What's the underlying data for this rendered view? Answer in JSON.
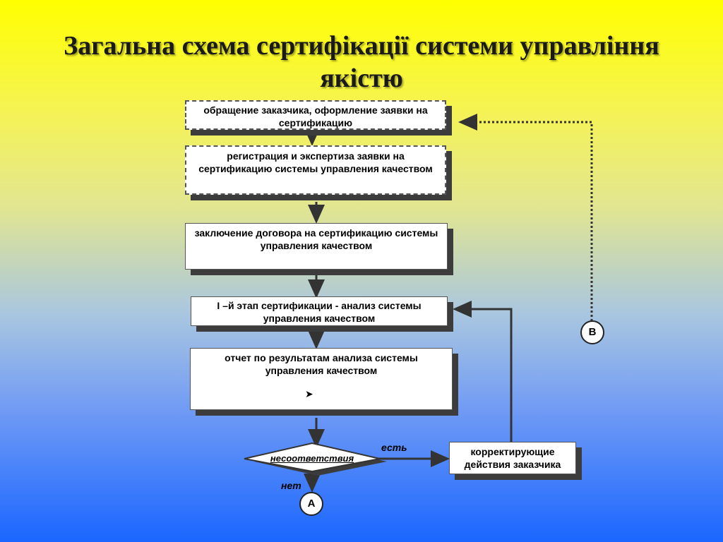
{
  "title": "Загальна схема сертифікації системи управління якістю",
  "steps": [
    "обращение заказчика, оформление заявки на сертификацию",
    "регистрация и экспертиза заявки на сертификацию системы управления качеством",
    "заключение договора на сертификацию системы управления качеством",
    "I –й этап сертификации - анализ системы управления качеством",
    "отчет по результатам анализа системы управления качеством"
  ],
  "decision": {
    "label": "несоответствия",
    "yes_label": "есть",
    "no_label": "нет"
  },
  "corrective_box": "корректирующие действия заказчика",
  "connectors": {
    "a": "А",
    "b": "В"
  },
  "bullet": "➤"
}
